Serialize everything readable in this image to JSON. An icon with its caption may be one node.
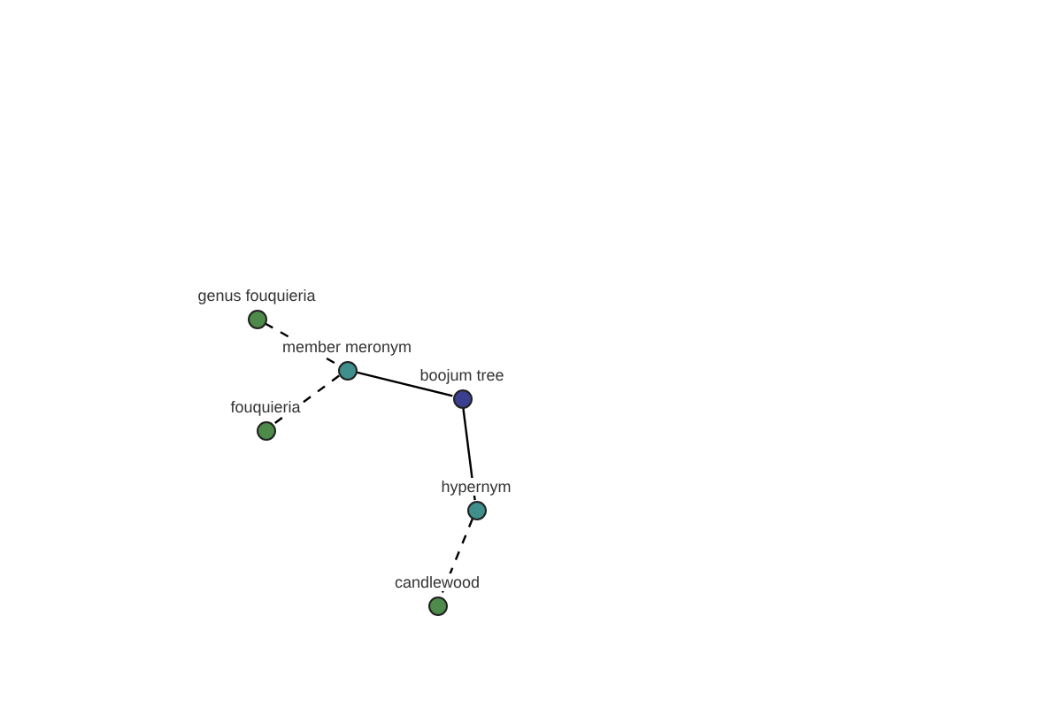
{
  "diagram": {
    "nodes": [
      {
        "text": [
          "genus fouquieria"
        ]
      },
      {
        "text": [
          "member meronym"
        ]
      },
      {
        "text": [
          "boojum tree"
        ]
      },
      {
        "text": [
          "fouquieria"
        ]
      },
      {
        "text": [
          "hypernym"
        ]
      },
      {
        "text": [
          "candlewood"
        ]
      }
    ],
    "edges": [
      {
        "from": 0,
        "to": 1,
        "arrow": "none",
        "style": "dashed"
      },
      {
        "from": 1,
        "to": 2,
        "arrow": "none"
      },
      {
        "from": 1,
        "to": 3,
        "arrow": "none",
        "style": "dashed"
      },
      {
        "from": 2,
        "to": 4,
        "arrow": "none"
      },
      {
        "from": 4,
        "to": 5,
        "arrow": "none",
        "style": "dashed"
      }
    ]
  }
}
